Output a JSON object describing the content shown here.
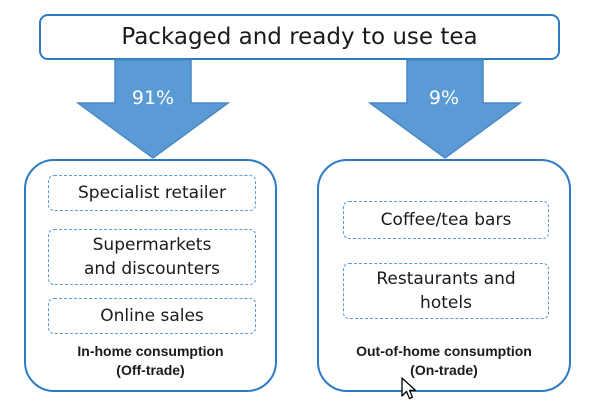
{
  "title": "Packaged and ready to use tea",
  "arrows": {
    "left": {
      "label": "91%",
      "value": 91
    },
    "right": {
      "label": "9%",
      "value": 9
    }
  },
  "colors": {
    "arrow_fill": "#5b9bd5",
    "box_border": "#2e7bc4",
    "item_border": "#5b9bd5"
  },
  "left_panel": {
    "items": [
      "Specialist retailer",
      "Supermarkets and discounters",
      "Online sales"
    ],
    "caption_line1": "In-home consumption",
    "caption_line2": "(Off-trade)"
  },
  "right_panel": {
    "items": [
      "Coffee/tea bars",
      "Restaurants and hotels"
    ],
    "caption_line1": "Out-of-home consumption",
    "caption_line2": "(On-trade)"
  },
  "cursor_icon": "mouse-pointer-icon"
}
